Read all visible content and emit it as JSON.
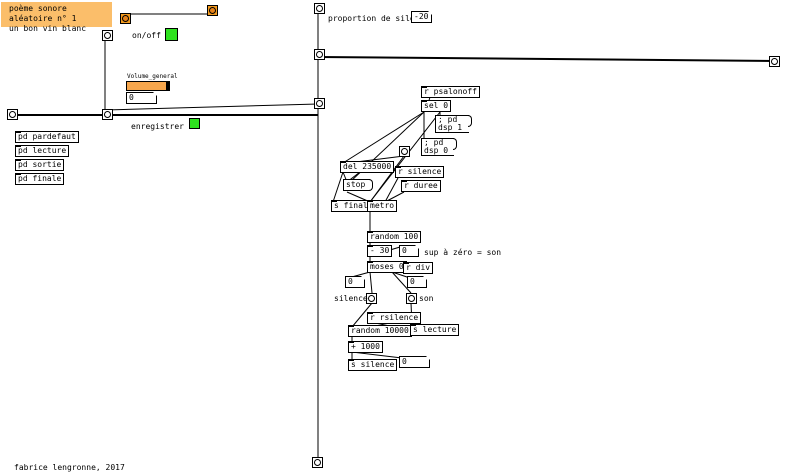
{
  "canvas": {
    "title": "poème sonore aléatoire n° 1",
    "subtitle": "un bon vin blanc"
  },
  "controls": {
    "onoff_label": "on/off",
    "volume_label": "Volume_general",
    "volume_value": "0",
    "enregistrer_label": "enregistrer",
    "proportion_label": "proportion de silence",
    "proportion_value": "-20"
  },
  "subpatches": [
    "pd pardefaut",
    "pd lecture",
    "pd sortie",
    "pd finale"
  ],
  "objects": {
    "r_psalonoff": "r psalonoff",
    "sel_0": "sel 0",
    "msg_dsp1": "; pd dsp 1",
    "msg_dsp0": "; pd dsp 0",
    "del": "del 235000",
    "stop": "stop",
    "r_silence": "r silence",
    "r_duree": "r duree",
    "s_final": "s final",
    "metro": "metro",
    "random100": "random 100",
    "minus": "- 30",
    "num_minus": "0",
    "sup_label": "sup à zéro = son",
    "moses": "moses 0",
    "r_div": "r div",
    "num_left": "0",
    "num_right": "0",
    "silence_label": "silence",
    "son_label": "son",
    "r_rsilence": "r rsilence",
    "random10000": "random 10000",
    "s_lecture": "s lecture",
    "plus": "+ 1000",
    "s_silence": "s silence",
    "num_bottom": "0"
  },
  "footer": {
    "author": "fabrice lengronne, 2017"
  },
  "colors": {
    "canvas_bg": "#fbbe6a",
    "bang_orange": "#f39a1e",
    "toggle_green": "#2ee21e",
    "slider_fill": "#f6a64d"
  }
}
